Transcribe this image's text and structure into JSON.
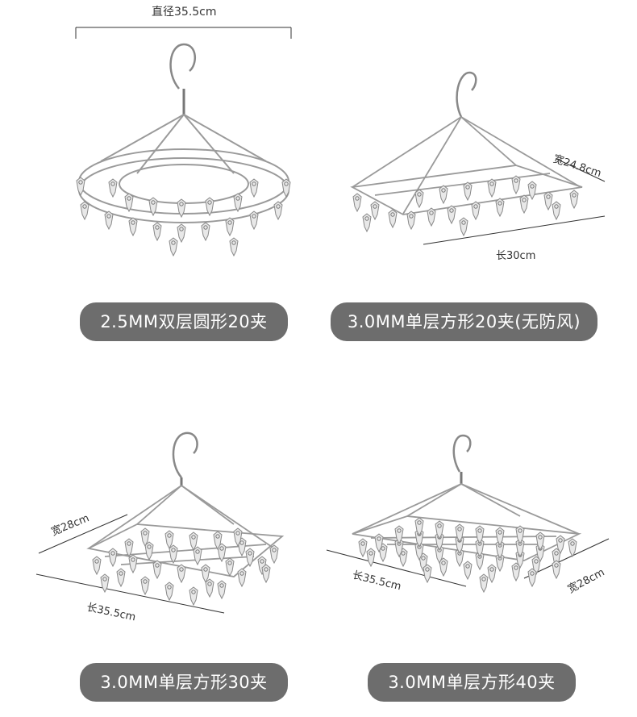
{
  "products": [
    {
      "label": "2.5MM双层圆形20夹",
      "dim_diameter": "直径35.5cm"
    },
    {
      "label": "3.0MM单层方形20夹(无防风)",
      "dim_width": "宽24.8cm",
      "dim_length": "长30cm"
    },
    {
      "label": "3.0MM单层方形30夹",
      "dim_width": "宽28cm",
      "dim_length": "长35.5cm"
    },
    {
      "label": "3.0MM单层方形40夹",
      "dim_width": "宽28cm",
      "dim_length": "长35.5cm"
    }
  ]
}
